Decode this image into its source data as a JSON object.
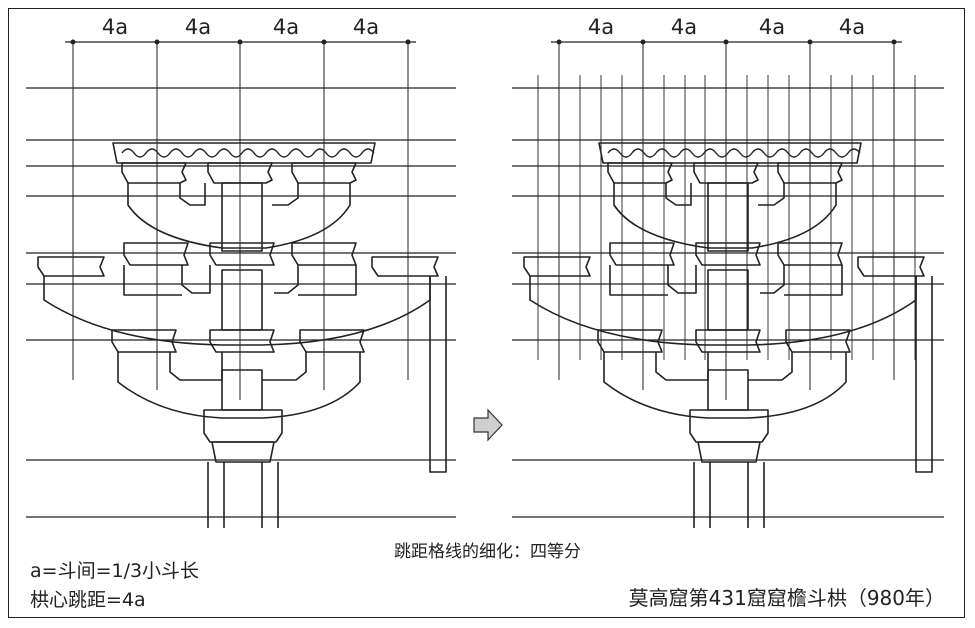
{
  "dimension_labels_left": [
    "4a",
    "4a",
    "4a",
    "4a"
  ],
  "dimension_labels_right": [
    "4a",
    "4a",
    "4a",
    "4a"
  ],
  "caption_center": "跳距格线的细化：四等分",
  "note_line1": "a=斗间=1/3小斗长",
  "note_line2": "栱心跳距=4a",
  "caption_right": "莫高窟第431窟窟檐斗栱（980年）",
  "arrow_icon": "right-arrow-icon",
  "colors": {
    "ink": "#222222",
    "arrow_fill": "#cfcfcf"
  }
}
